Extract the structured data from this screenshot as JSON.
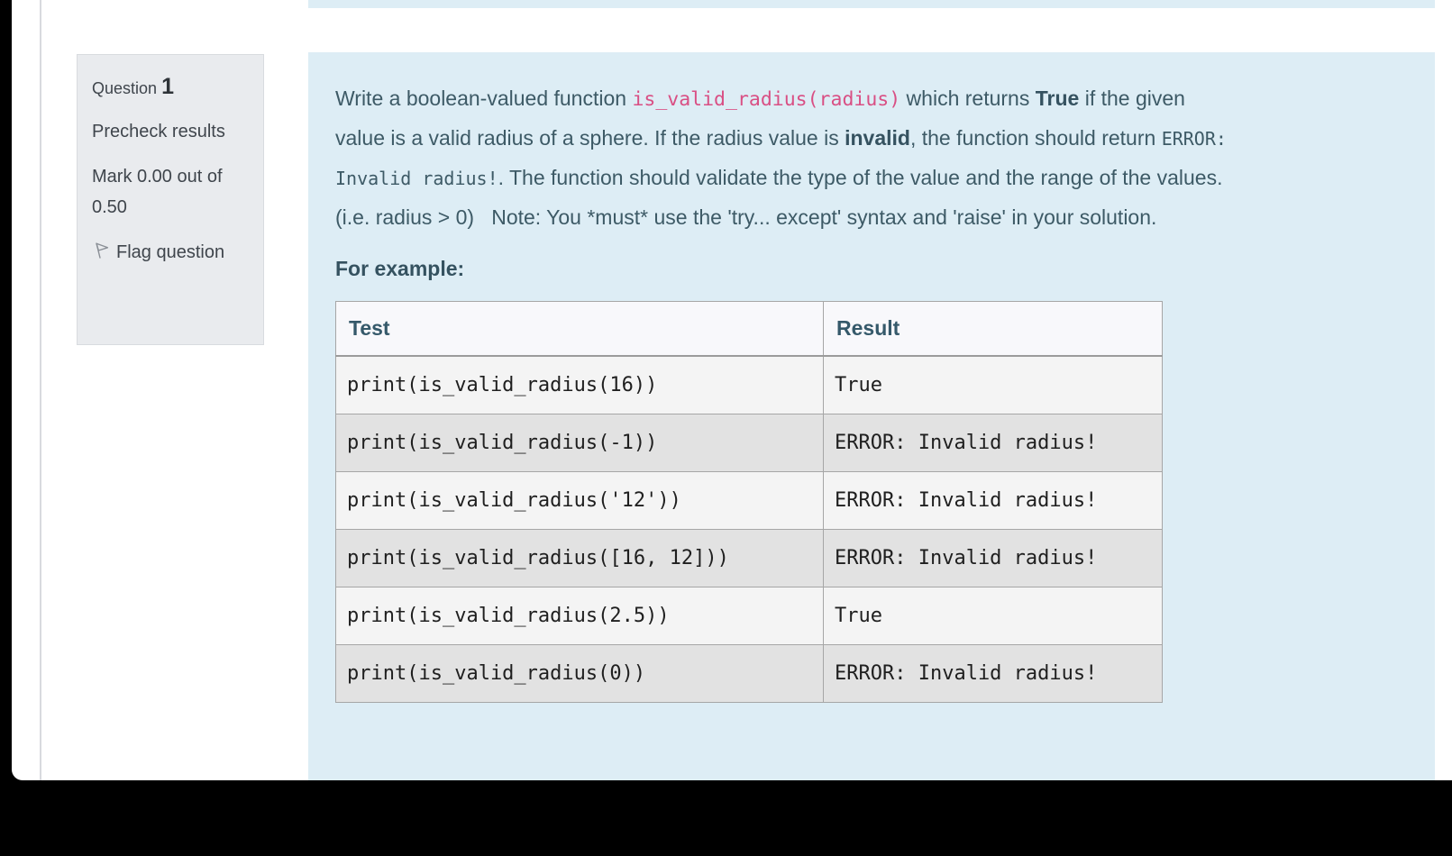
{
  "question_info": {
    "question_label": "Question",
    "question_number": "1",
    "state": "Precheck results",
    "grade": "Mark 0.00 out of 0.50",
    "flag_label": "Flag question",
    "flag_icon": "flag-outline-icon"
  },
  "question": {
    "prompt_segments": [
      {
        "text": "Write a boolean-valued function ",
        "style": "normal"
      },
      {
        "text": "is_valid_radius(radius)",
        "style": "code-pink"
      },
      {
        "text": " which returns ",
        "style": "normal"
      },
      {
        "text": "True",
        "style": "bold"
      },
      {
        "text": " if the given value is a valid radius of a sphere. If the radius value is ",
        "style": "normal"
      },
      {
        "text": "invalid",
        "style": "bold"
      },
      {
        "text": ", the function should return ",
        "style": "normal"
      },
      {
        "text": "ERROR: Invalid radius!",
        "style": "code-plain"
      },
      {
        "text": ". The function should validate the type of the value and the range of the values. (i.e. radius > 0)   Note: You *must* use the 'try... except' syntax and 'raise' in your solution.",
        "style": "normal"
      }
    ],
    "example_heading": "For example:",
    "example_table": {
      "headers": [
        "Test",
        "Result"
      ],
      "rows": [
        [
          "print(is_valid_radius(16))",
          "True"
        ],
        [
          "print(is_valid_radius(-1))",
          "ERROR: Invalid radius!"
        ],
        [
          "print(is_valid_radius('12'))",
          "ERROR: Invalid radius!"
        ],
        [
          "print(is_valid_radius([16, 12]))",
          "ERROR: Invalid radius!"
        ],
        [
          "print(is_valid_radius(2.5))",
          "True"
        ],
        [
          "print(is_valid_radius(0))",
          "ERROR: Invalid radius!"
        ]
      ]
    }
  },
  "colors": {
    "page_background": "#000000",
    "surface": "#ffffff",
    "content_background": "#ddedf5",
    "info_box_background": "#e9ebee",
    "info_box_border": "#d8dbdf",
    "body_text_teal": "#3d5a66",
    "inline_code_pink": "#d94f84",
    "table_header_background": "#f8f8fb",
    "table_row_odd": "#f4f4f4",
    "table_row_even": "#e2e2e2",
    "table_border": "#a6a6a6",
    "table_cell_text": "#1f1f1f"
  }
}
